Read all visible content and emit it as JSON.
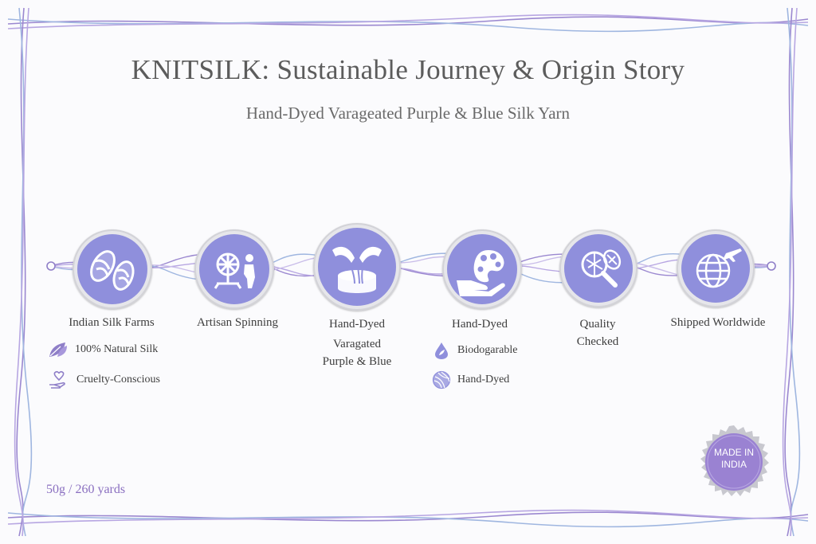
{
  "header": {
    "title": "KNITSILK: Sustainable Journey & Origin Story",
    "subtitle": "Hand-Dyed Varageated Purple & Blue Silk Yarn"
  },
  "steps": [
    {
      "label": "Indian Silk Farms",
      "icon": "silk-cocoons-icon"
    },
    {
      "label": "Artisan Spinning",
      "icon": "spinning-wheel-icon"
    },
    {
      "label": "Hand-Dyed",
      "label2": "Varagated",
      "label3": "Purple & Blue",
      "icon": "hands-dyeing-icon"
    },
    {
      "label": "Hand-Dyed",
      "icon": "palette-hand-icon"
    },
    {
      "label": "Quality",
      "label2": "Checked",
      "icon": "magnifier-yarn-icon"
    },
    {
      "label": "Shipped Worldwide",
      "icon": "globe-plane-icon"
    }
  ],
  "features_left": [
    {
      "text": "100% Natural Silk",
      "icon": "leaf-icon"
    },
    {
      "text": "Cruelty-Conscious",
      "icon": "heart-hand-icon"
    }
  ],
  "features_right": [
    {
      "text": "Biodogarable",
      "icon": "drop-leaf-icon"
    },
    {
      "text": "Hand-Dyed",
      "icon": "yarn-ball-icon"
    }
  ],
  "footer": {
    "weight": "50g / 260 yards",
    "badge_line1": "MADE IN",
    "badge_line2": "INDIA"
  },
  "colors": {
    "accent": "#8f8fdc",
    "frame_purple": "#9b88d0",
    "frame_blue": "#9fb6e0",
    "badge": "#9a82d2"
  }
}
